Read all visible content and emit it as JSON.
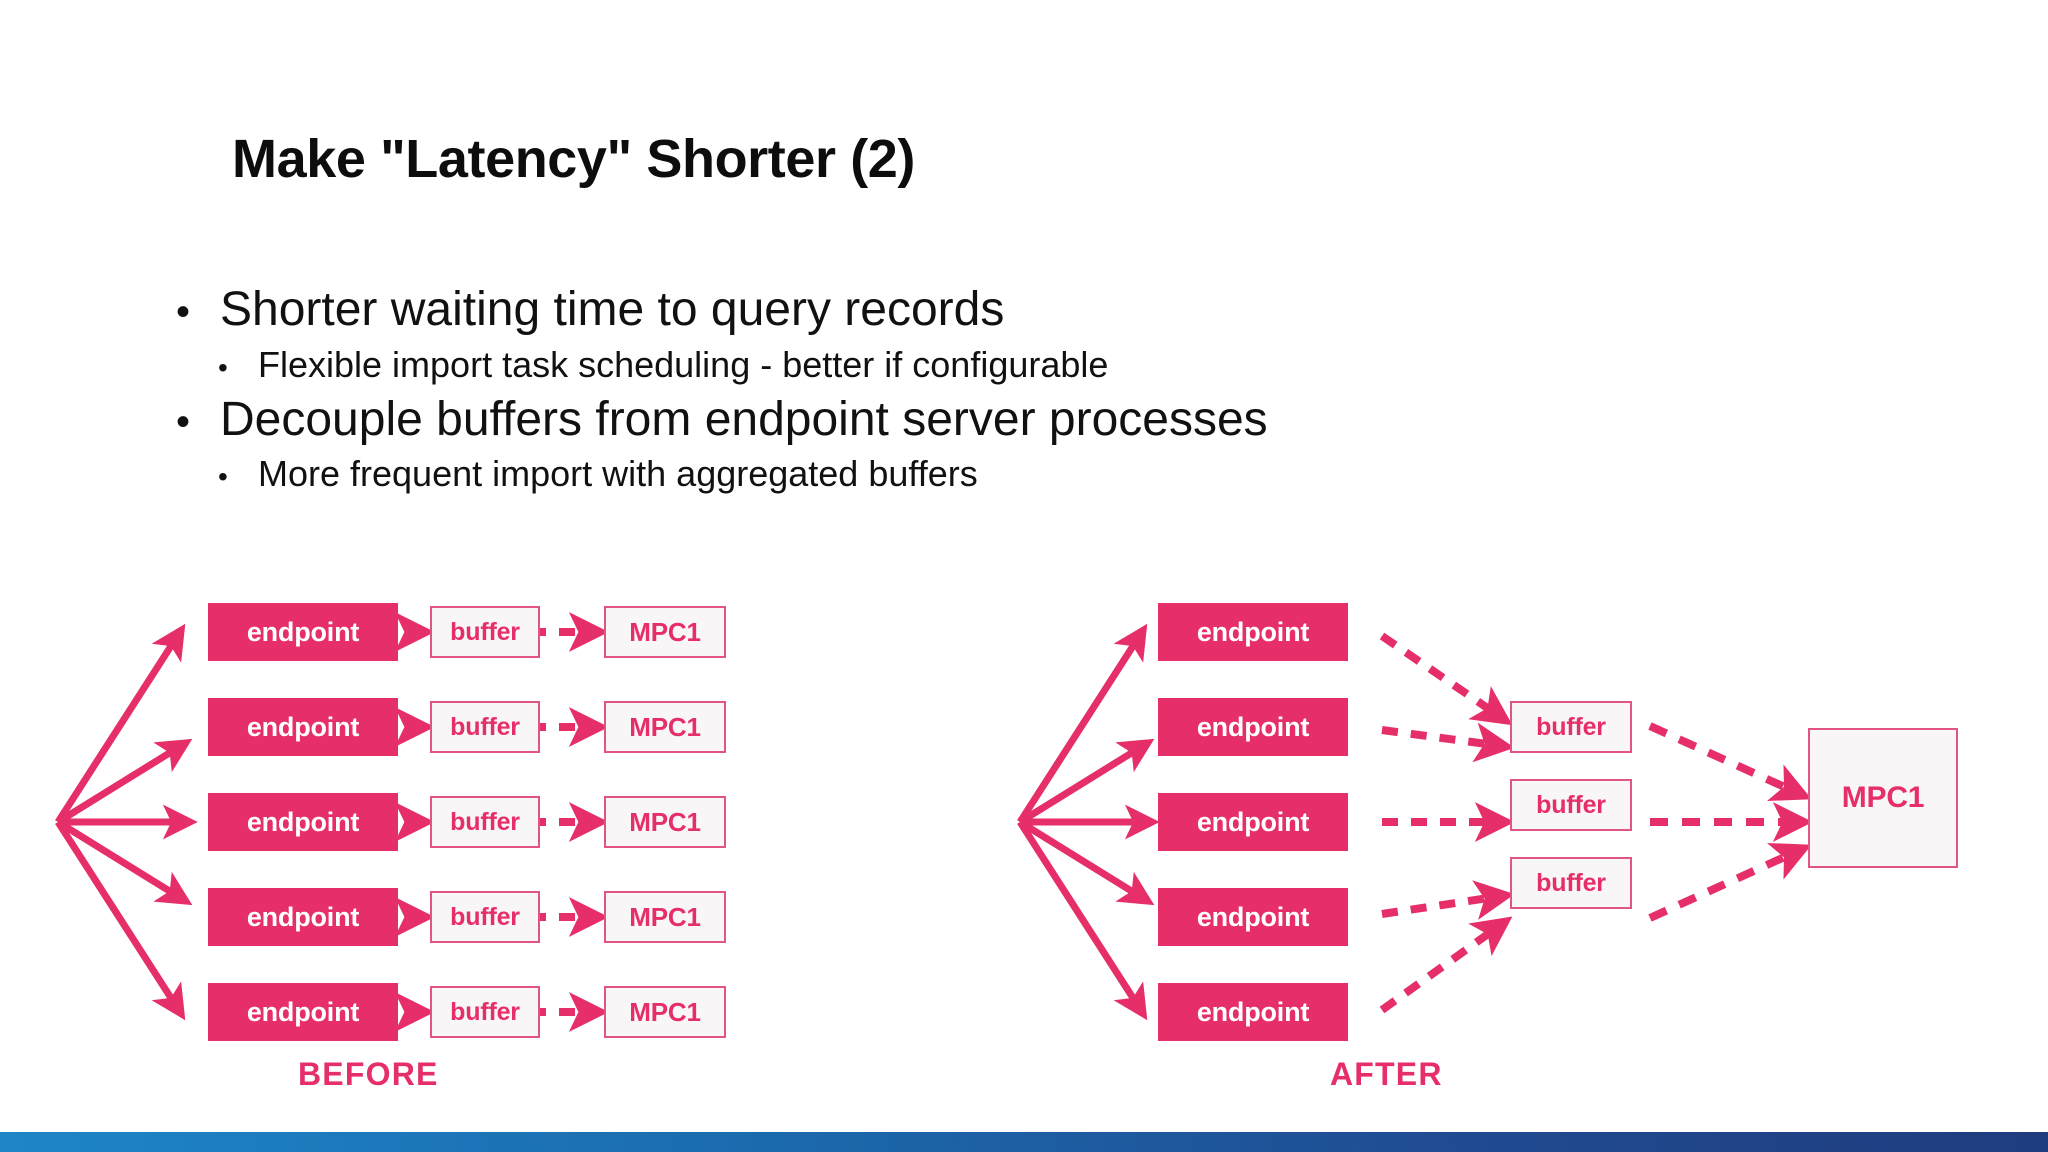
{
  "slide": {
    "title": "Make \"Latency\" Shorter (2)",
    "background_color": "#ffffff",
    "accent_color": "#E62E68",
    "bottom_bar": {
      "gradient_from": "#1E86C6",
      "gradient_to": "#1F3C7E"
    }
  },
  "bullets": [
    {
      "level": 1,
      "marker": "•",
      "text": "Shorter waiting time to query records"
    },
    {
      "level": 2,
      "marker": "•",
      "text": "Flexible import task scheduling - better if configurable"
    },
    {
      "level": 1,
      "marker": "•",
      "text": "Decouple buffers from endpoint server processes"
    },
    {
      "level": 2,
      "marker": "•",
      "text": "More frequent import with aggregated buffers"
    }
  ],
  "diagram": {
    "before": {
      "caption": "BEFORE",
      "endpoints": [
        "endpoint",
        "endpoint",
        "endpoint",
        "endpoint",
        "endpoint"
      ],
      "buffers": [
        "buffer",
        "buffer",
        "buffer",
        "buffer",
        "buffer"
      ],
      "sinks": [
        "MPC1",
        "MPC1",
        "MPC1",
        "MPC1",
        "MPC1"
      ],
      "fanout_arrows": 5,
      "endpoint_to_buffer_arrows": 5,
      "buffer_to_sink_arrows": 5
    },
    "after": {
      "caption": "AFTER",
      "endpoints": [
        "endpoint",
        "endpoint",
        "endpoint",
        "endpoint",
        "endpoint"
      ],
      "buffers": [
        "buffer",
        "buffer",
        "buffer"
      ],
      "sinks": [
        "MPC1"
      ],
      "fanout_arrows": 5,
      "endpoint_to_buffer_arrows": 5,
      "buffer_to_sink_arrows": 3
    }
  }
}
